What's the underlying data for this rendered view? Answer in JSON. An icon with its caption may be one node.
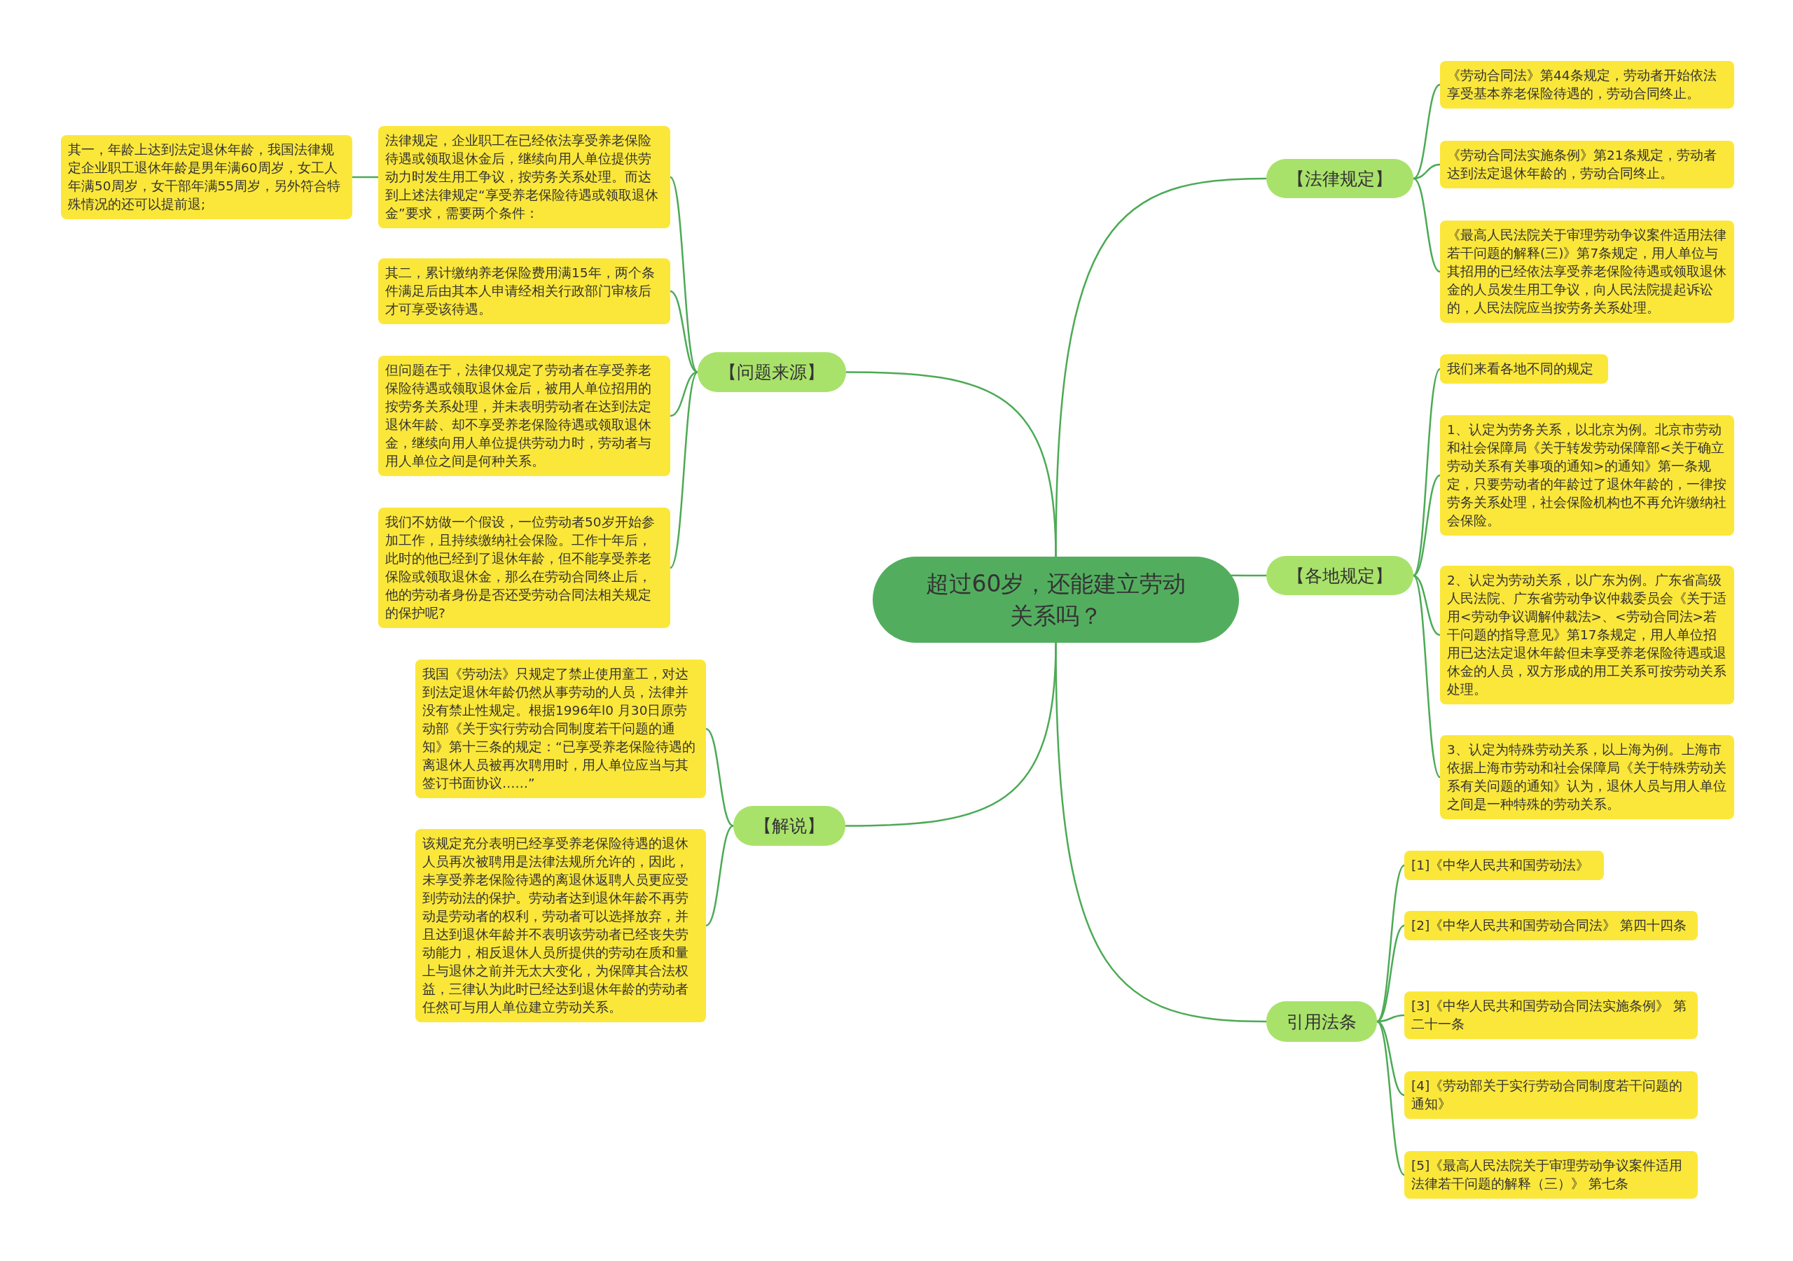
{
  "diagram": {
    "nodes": [
      {
        "text": [
          "超过60岁，还能建立劳动关系吗？"
        ]
      },
      {
        "text": [
          "【法律规定】"
        ]
      },
      {
        "text": [
          "《劳动合同法》第44条规定，劳动者开始依法享受基本养老保险待遇的，劳动合同终止。"
        ]
      },
      {
        "text": [
          "《劳动合同法实施条例》第21条规定，劳动者达到法定退休年龄的，劳动合同终止。"
        ]
      },
      {
        "text": [
          "《最高人民法院关于审理劳动争议案件适用法律若干问题的解释(三)》第7条规定，用人单位与其招用的已经依法享受养老保险待遇或领取退休金的人员发生用工争议，向人民法院提起诉讼的，人民法院应当按劳务关系处理。"
        ]
      },
      {
        "text": [
          "【各地规定】"
        ]
      },
      {
        "text": [
          "我们来看各地不同的规定"
        ]
      },
      {
        "text": [
          "1、认定为劳务关系，以北京为例。北京市劳动和社会保障局《关于转发劳动保障部<关于确立劳动关系有关事项的通知>的通知》第一条规定，只要劳动者的年龄过了退休年龄的，一律按劳务关系处理，社会保险机构也不再允许缴纳社会保险。"
        ]
      },
      {
        "text": [
          "2、认定为劳动关系，以广东为例。广东省高级人民法院、广东省劳动争议仲裁委员会《关于适用<劳动争议调解仲裁法>、<劳动合同法>若干问题的指导意见》第17条规定，用人单位招用已达法定退休年龄但未享受养老保险待遇或退休金的人员，双方形成的用工关系可按劳动关系处理。"
        ]
      },
      {
        "text": [
          "3、认定为特殊劳动关系，以上海为例。上海市依据上海市劳动和社会保障局《关于特殊劳动关系有关问题的通知》认为，退休人员与用人单位之间是一种特殊的劳动关系。"
        ]
      },
      {
        "text": [
          "引用法条"
        ]
      },
      {
        "text": [
          "[1]《中华人民共和国劳动法》"
        ]
      },
      {
        "text": [
          "[2]《中华人民共和国劳动合同法》 第四十四条"
        ]
      },
      {
        "text": [
          "[3]《中华人民共和国劳动合同法实施条例》 第二十一条"
        ]
      },
      {
        "text": [
          "[4]《劳动部关于实行劳动合同制度若干问题的通知》"
        ]
      },
      {
        "text": [
          "[5]《最高人民法院关于审理劳动争议案件适用法律若干问题的解释（三）》 第七条"
        ]
      },
      {
        "text": [
          "【问题来源】"
        ]
      },
      {
        "text": [
          "法律规定，企业职工在已经依法享受养老保险待遇或领取退休金后，继续向用人单位提供劳动力时发生用工争议，按劳务关系处理。而达到上述法律规定“享受养老保险待遇或领取退休金”要求，需要两个条件："
        ]
      },
      {
        "text": [
          "其一，年龄上达到法定退休年龄，我国法律规定企业职工退休年龄是男年满60周岁，女工人年满50周岁，女干部年满55周岁，另外符合特殊情况的还可以提前退;"
        ]
      },
      {
        "text": [
          "其二，累计缴纳养老保险费用满15年，两个条件满足后由其本人申请经相关行政部门审核后才可享受该待遇。"
        ]
      },
      {
        "text": [
          "但问题在于，法律仅规定了劳动者在享受养老保险待遇或领取退休金后，被用人单位招用的按劳务关系处理，并未表明劳动者在达到法定退休年龄、却不享受养老保险待遇或领取退休金，继续向用人单位提供劳动力时，劳动者与用人单位之间是何种关系。"
        ]
      },
      {
        "text": [
          "我们不妨做一个假设，一位劳动者50岁开始参加工作，且持续缴纳社会保险。工作十年后，此时的他已经到了退休年龄，但不能享受养老保险或领取退休金，那么在劳动合同终止后，他的劳动者身份是否还受劳动合同法相关规定的保护呢?"
        ]
      },
      {
        "text": [
          "【解说】"
        ]
      },
      {
        "text": [
          "我国《劳动法》只规定了禁止使用童工，对达到法定退休年龄仍然从事劳动的人员，法律并没有禁止性规定。根据1996年l0 月30日原劳动部《关于实行劳动合同制度若干问题的通知》第十三条的规定：“已享受养老保险待遇的离退休人员被再次聘用时，用人单位应当与其签订书面协议……”"
        ]
      },
      {
        "text": [
          "该规定充分表明已经享受养老保险待遇的退休人员再次被聘用是法律法规所允许的，因此，未享受养老保险待遇的离退休返聘人员更应受到劳动法的保护。劳动者达到退休年龄不再劳动是劳动者的权利，劳动者可以选择放弃，并且达到退休年龄并不表明该劳动者已经丧失劳动能力，相反退休人员所提供的劳动在质和量上与退休之前并无太大变化，为保障其合法权益，三律认为此时已经达到退休年龄的劳动者任然可与用人单位建立劳动关系。"
        ]
      }
    ],
    "edges": [
      {
        "from": 0,
        "to": 1,
        "arrow": "none"
      },
      {
        "from": 1,
        "to": 2,
        "arrow": "none"
      },
      {
        "from": 1,
        "to": 3,
        "arrow": "none"
      },
      {
        "from": 1,
        "to": 4,
        "arrow": "none"
      },
      {
        "from": 0,
        "to": 5,
        "arrow": "none"
      },
      {
        "from": 5,
        "to": 6,
        "arrow": "none"
      },
      {
        "from": 5,
        "to": 7,
        "arrow": "none"
      },
      {
        "from": 5,
        "to": 8,
        "arrow": "none"
      },
      {
        "from": 5,
        "to": 9,
        "arrow": "none"
      },
      {
        "from": 0,
        "to": 10,
        "arrow": "none"
      },
      {
        "from": 10,
        "to": 11,
        "arrow": "none"
      },
      {
        "from": 10,
        "to": 12,
        "arrow": "none"
      },
      {
        "from": 10,
        "to": 13,
        "arrow": "none"
      },
      {
        "from": 10,
        "to": 14,
        "arrow": "none"
      },
      {
        "from": 10,
        "to": 15,
        "arrow": "none"
      },
      {
        "from": 0,
        "to": 16,
        "arrow": "none"
      },
      {
        "from": 16,
        "to": 17,
        "arrow": "none"
      },
      {
        "from": 17,
        "to": 18,
        "arrow": "none"
      },
      {
        "from": 16,
        "to": 19,
        "arrow": "none"
      },
      {
        "from": 16,
        "to": 20,
        "arrow": "none"
      },
      {
        "from": 16,
        "to": 21,
        "arrow": "none"
      },
      {
        "from": 0,
        "to": 22,
        "arrow": "none"
      },
      {
        "from": 22,
        "to": 23,
        "arrow": "none"
      },
      {
        "from": 22,
        "to": 24,
        "arrow": "none"
      }
    ]
  }
}
